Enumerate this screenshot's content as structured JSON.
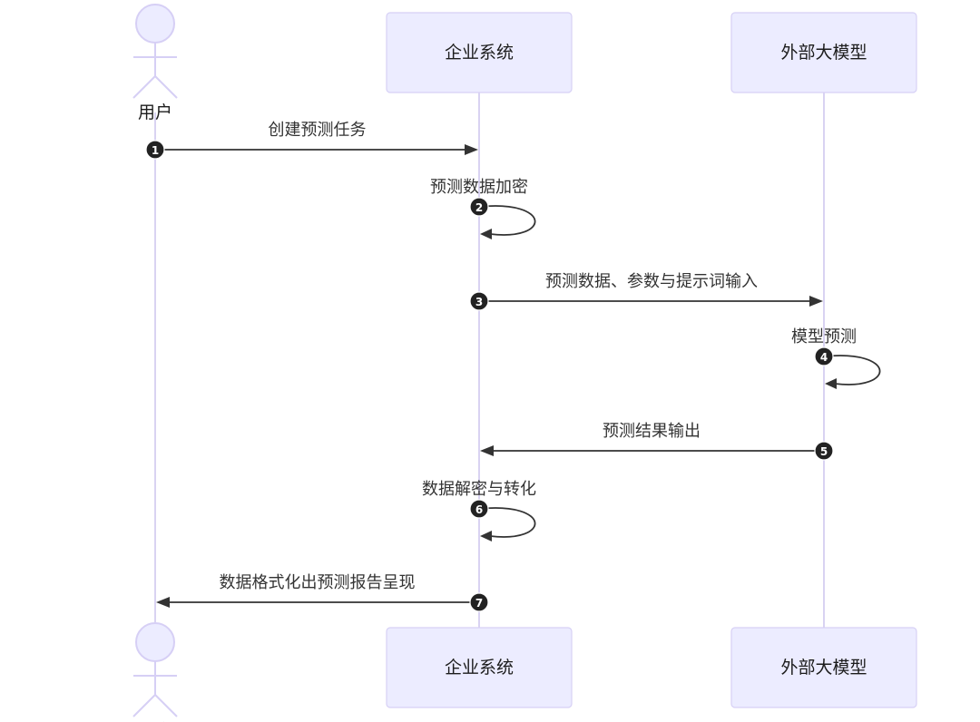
{
  "diagram": {
    "type": "sequence",
    "participants": [
      {
        "id": "user",
        "label": "用户",
        "kind": "actor"
      },
      {
        "id": "enterprise",
        "label": "企业系统",
        "kind": "participant"
      },
      {
        "id": "llm",
        "label": "外部大模型",
        "kind": "participant"
      }
    ],
    "messages": [
      {
        "seq": "1",
        "from": "user",
        "to": "enterprise",
        "label": "创建预测任务"
      },
      {
        "seq": "2",
        "from": "enterprise",
        "to": "enterprise",
        "label": "预测数据加密"
      },
      {
        "seq": "3",
        "from": "enterprise",
        "to": "llm",
        "label": "预测数据、参数与提示词输入"
      },
      {
        "seq": "4",
        "from": "llm",
        "to": "llm",
        "label": "模型预测"
      },
      {
        "seq": "5",
        "from": "llm",
        "to": "enterprise",
        "label": "预测结果输出"
      },
      {
        "seq": "6",
        "from": "enterprise",
        "to": "enterprise",
        "label": "数据解密与转化"
      },
      {
        "seq": "7",
        "from": "enterprise",
        "to": "user",
        "label": "数据格式化出预测报告呈现"
      }
    ],
    "colors": {
      "participant_fill": "#ececff",
      "participant_stroke": "#d7d0f5",
      "lifeline": "#d9d3f2",
      "message": "#333333",
      "sequence_badge": "#222222"
    }
  }
}
